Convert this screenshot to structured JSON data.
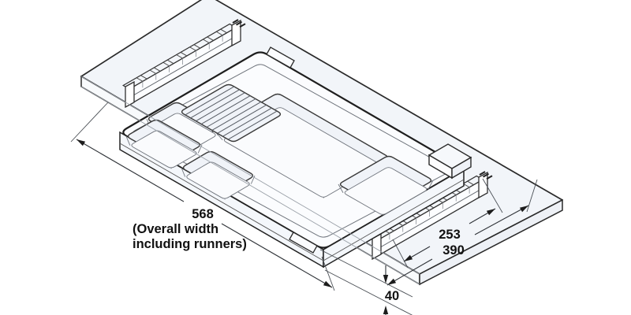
{
  "dimensions": {
    "overall_width": {
      "value": "568",
      "caption_line1": "(Overall width",
      "caption_line2": "including runners)"
    },
    "runner_length": {
      "value": "253"
    },
    "tray_depth": {
      "value": "390"
    },
    "tray_height": {
      "value": "40"
    }
  },
  "colors": {
    "line": "#2a2a2a",
    "thin_line": "#9aa0a8",
    "panel_fill": "#f2f5f9",
    "panel_side_fill": "#f8fafc",
    "panel_side_dark": "#eef1f6",
    "tray_fill": "#fbfcfe",
    "tray_side_fill": "#f4f7fb",
    "recess_fill": "#f0f3f8",
    "recess_floor": "#fafbfd",
    "dim_line": "#2f3338",
    "text": "#111111",
    "background": "#ffffff"
  }
}
